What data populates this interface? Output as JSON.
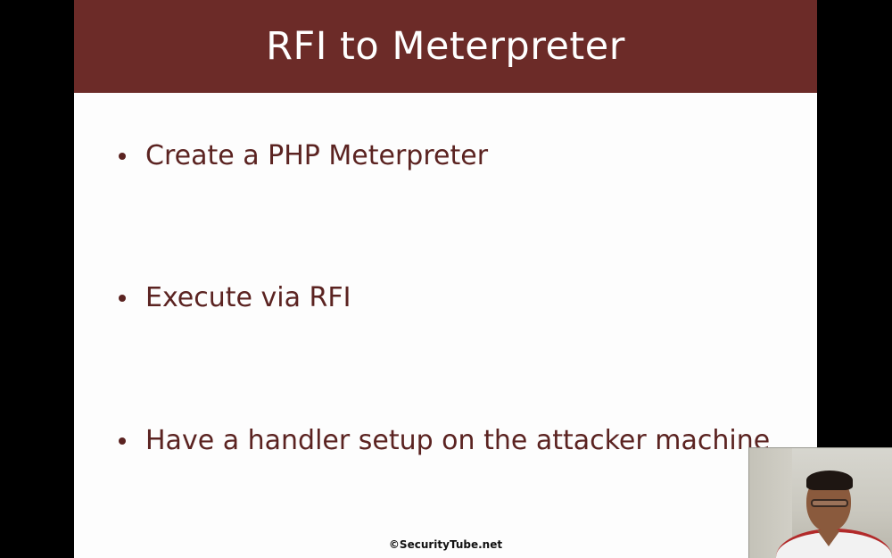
{
  "slide": {
    "title": "RFI to Meterpreter",
    "bullets": [
      {
        "text": "Create a PHP Meterpreter"
      },
      {
        "text": "Execute via RFI"
      },
      {
        "text": "Have a handler setup on the attacker machine"
      }
    ],
    "footer": "©SecurityTube.net"
  },
  "colors": {
    "title_bar": "#6c2b28",
    "bullet_text": "#5b2321",
    "letterbox": "#000000"
  }
}
